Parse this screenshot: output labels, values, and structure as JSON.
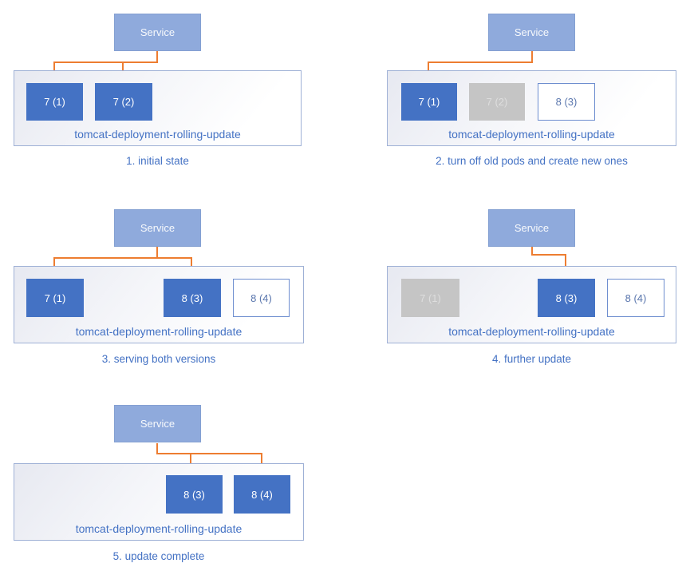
{
  "diagram": {
    "title": "tomcat deployment rolling update stages",
    "service_label": "Service",
    "deployment_label": "tomcat-deployment-rolling-update",
    "colors": {
      "pod_active": "#4472C4",
      "pod_stopped": "#C5C5C5",
      "pod_stopped_text": "#DEDEDE",
      "pod_new_border": "#6D8DCF",
      "pod_new_text": "#5B77AE",
      "service_fill": "#8FAADC",
      "arrow": "#ED7D31",
      "caption_text": "#4472C4",
      "box_border": "#9FB1D6"
    },
    "panels": [
      {
        "caption": "1. initial state",
        "pods": [
          {
            "label": "7 (1)",
            "state": "active"
          },
          {
            "label": "7 (2)",
            "state": "active"
          }
        ]
      },
      {
        "caption": "2. turn off old pods and create new ones",
        "pods": [
          {
            "label": "7 (1)",
            "state": "active"
          },
          {
            "label": "7 (2)",
            "state": "stopped"
          },
          {
            "label": "8 (3)",
            "state": "new"
          }
        ]
      },
      {
        "caption": "3. serving both versions",
        "pods": [
          {
            "label": "7 (1)",
            "state": "active"
          },
          {
            "label": "8 (3)",
            "state": "active"
          },
          {
            "label": "8 (4)",
            "state": "new"
          }
        ]
      },
      {
        "caption": "4. further update",
        "pods": [
          {
            "label": "7 (1)",
            "state": "stopped"
          },
          {
            "label": "8 (3)",
            "state": "active"
          },
          {
            "label": "8 (4)",
            "state": "new"
          }
        ]
      },
      {
        "caption": "5. update complete",
        "pods": [
          {
            "label": "8 (3)",
            "state": "active"
          },
          {
            "label": "8 (4)",
            "state": "active"
          }
        ]
      }
    ]
  }
}
